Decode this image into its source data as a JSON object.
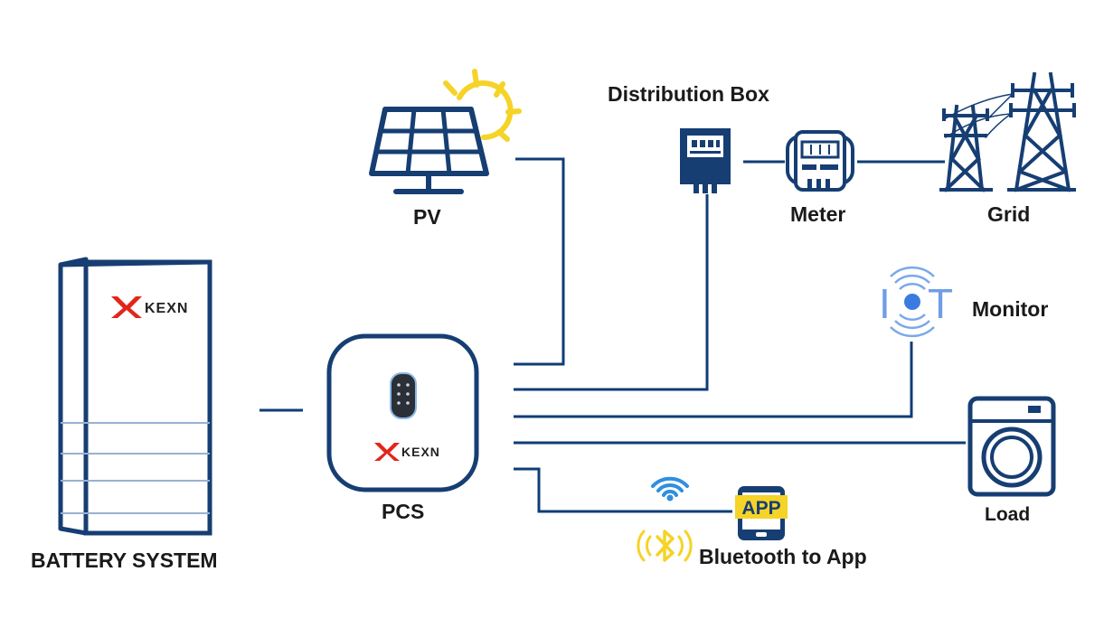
{
  "labels": {
    "battery_system": "BATTERY SYSTEM",
    "pcs": "PCS",
    "pv": "PV",
    "distribution_box": "Distribution Box",
    "meter": "Meter",
    "grid": "Grid",
    "monitor": "Monitor",
    "load": "Load",
    "bluetooth_to_app": "Bluetooth to App",
    "app_badge": "APP",
    "brand": "KEXN",
    "iot_letters": [
      "I",
      "T"
    ]
  },
  "colors": {
    "line": "#0f3d75",
    "icon_navy": "#163e73",
    "sun": "#f5d327",
    "brand_red": "#e1261c",
    "app_yellow": "#f5d327",
    "wifi_blue": "#2f8fe0",
    "iot_blue": "#3a7be0"
  }
}
